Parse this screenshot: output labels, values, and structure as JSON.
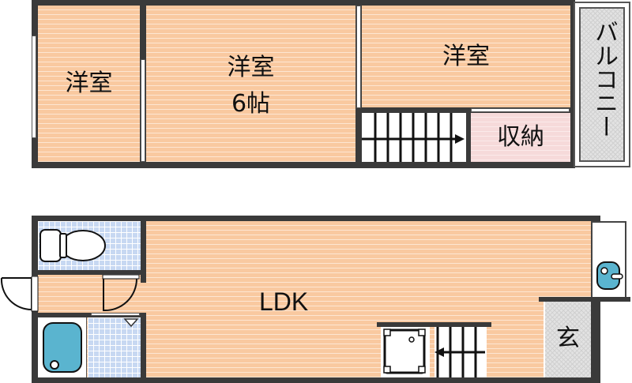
{
  "upper_floor": {
    "rooms": [
      {
        "id": "western-room-1",
        "label": "洋室"
      },
      {
        "id": "western-room-2",
        "label": "洋室",
        "size": "6帖"
      },
      {
        "id": "western-room-3",
        "label": "洋室"
      },
      {
        "id": "storage",
        "label": "収納"
      },
      {
        "id": "balcony",
        "label": "バルコニー"
      }
    ],
    "stairs": {
      "icon": "stairs-icon",
      "direction": "right"
    }
  },
  "lower_floor": {
    "rooms": [
      {
        "id": "ldk",
        "label": "LDK"
      },
      {
        "id": "entrance",
        "label": "玄"
      },
      {
        "id": "toilet",
        "icon": "toilet-icon"
      },
      {
        "id": "bathroom",
        "icon": "bathtub-icon"
      }
    ],
    "stairs": {
      "icon": "stairs-icon",
      "direction": "left"
    },
    "fixtures": [
      "washing-machine-icon",
      "sink-icon",
      "door-swing-icon"
    ]
  },
  "colors": {
    "floor": "#f9c9a0",
    "tile": "#c7d8f2",
    "storage": "#f6dada",
    "balcony": "#e2e2e2",
    "wall": "#3a3a3a",
    "fixture_blue": "#5ab4cf"
  }
}
